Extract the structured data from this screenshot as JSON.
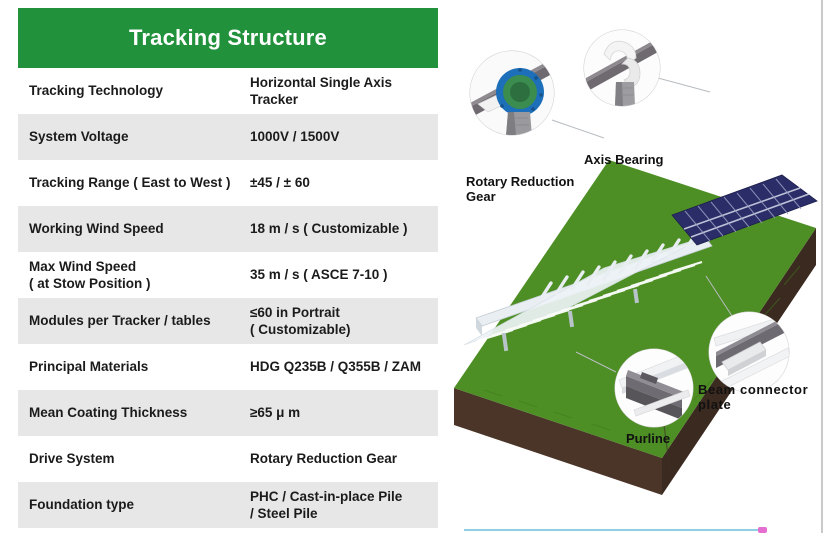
{
  "spec_table": {
    "title": "Tracking Structure",
    "header_color": "#21913c",
    "alt_row_color": "#e7e7e7",
    "rows": [
      {
        "label": "Tracking Technology",
        "value": "Horizontal Single Axis\nTracker"
      },
      {
        "label": "System Voltage",
        "value": "1000V / 1500V"
      },
      {
        "label": "Tracking Range ( East to West )",
        "value": "±45 / ± 60"
      },
      {
        "label": "Working Wind Speed",
        "value": "18 m / s ( Customizable )"
      },
      {
        "label": "Max Wind Speed\n( at Stow Position )",
        "value": "35 m / s ( ASCE 7-10 )"
      },
      {
        "label": "Modules per Tracker / tables",
        "value": "≤60 in Portrait\n( Customizable)"
      },
      {
        "label": "Principal Materials",
        "value": "HDG Q235B / Q355B / ZAM"
      },
      {
        "label": "Mean Coating Thickness",
        "value": "≥65 μ m"
      },
      {
        "label": "Drive System",
        "value": "Rotary Reduction Gear"
      },
      {
        "label": "Foundation type",
        "value": "PHC / Cast-in-place Pile\n/ Steel Pile"
      }
    ]
  },
  "diagram": {
    "labels": {
      "rotary_reduction_gear": "Rotary Reduction\nGear",
      "axis_bearing": "Axis Bearing",
      "beam_connector_plate": "Beam  connector\nplate",
      "purline": "Purline"
    },
    "colors": {
      "panel_blue": "#2b2d68",
      "grass_green": "#4d8f24",
      "soil_brown": "#4a3528",
      "steel_gray": "#6e6a70",
      "gear_blue": "#1c6fb8",
      "gear_green": "#3a8c4f",
      "callout_ring": "#cccccc"
    }
  }
}
